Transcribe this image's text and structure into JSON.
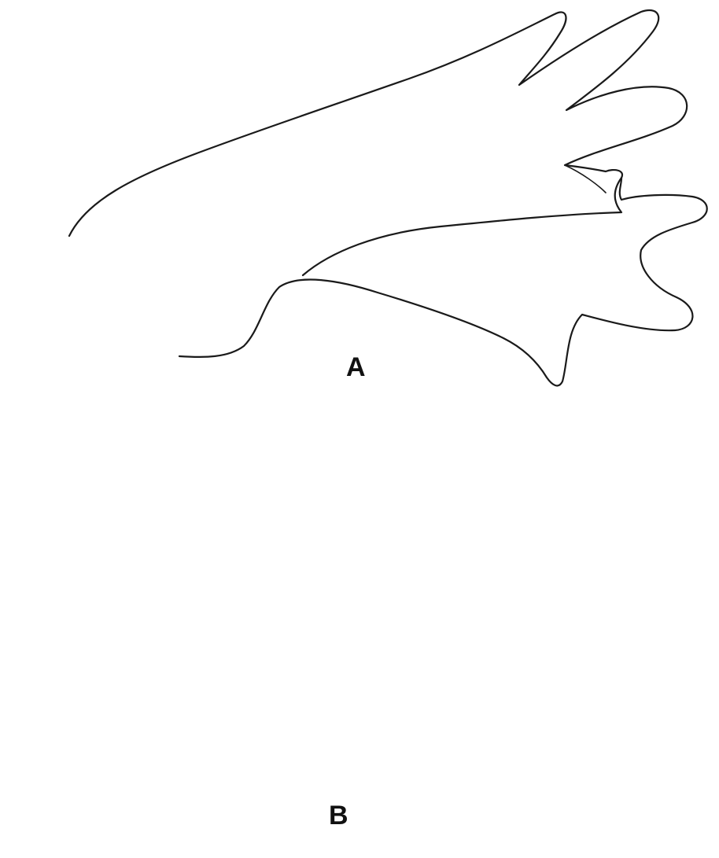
{
  "panels": [
    {
      "id": "A",
      "label": "A"
    },
    {
      "id": "B",
      "label": "B"
    }
  ],
  "colors": {
    "ink": "#1a1a1a",
    "background": "#ffffff",
    "stipple": "#555555"
  }
}
